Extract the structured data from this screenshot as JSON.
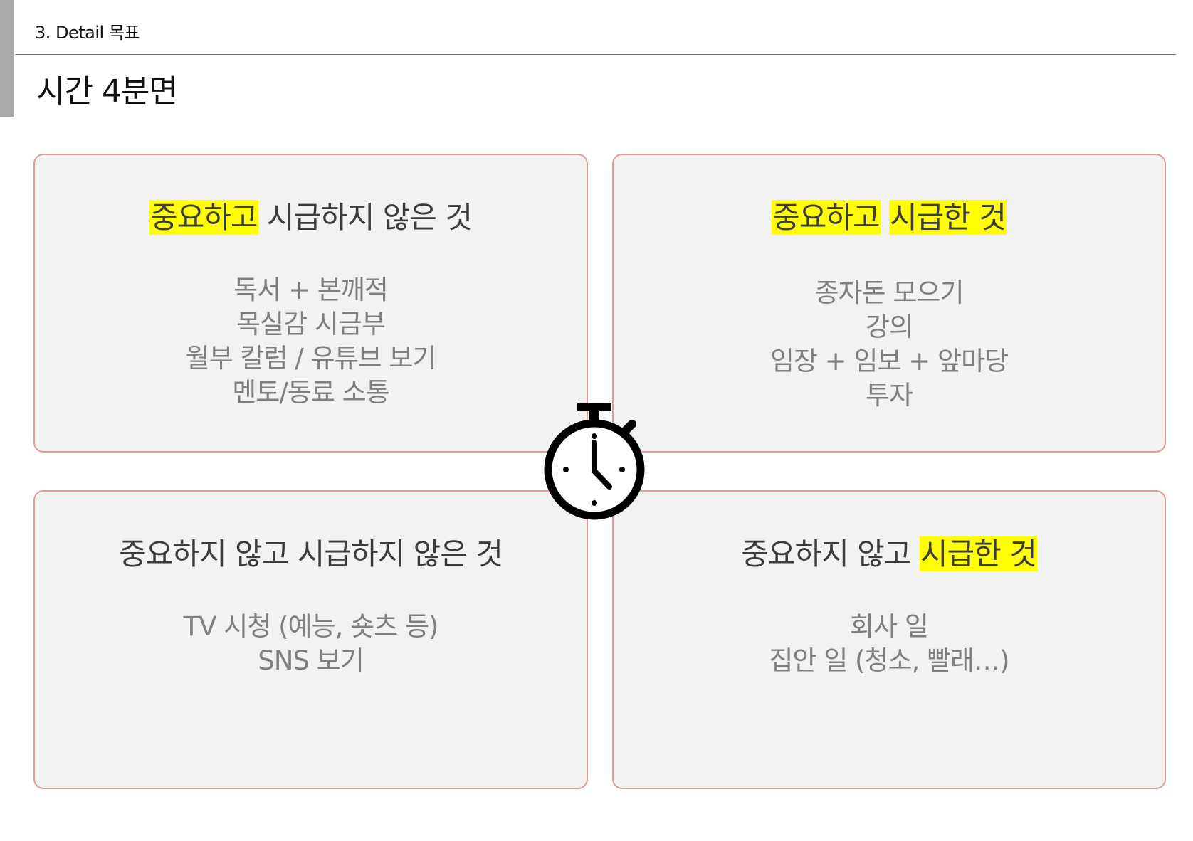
{
  "header": {
    "section_label": "3. Detail 목표",
    "title": "시간 4분면"
  },
  "quadrants": {
    "top_left": {
      "heading": {
        "highlighted": "중요하고",
        "rest": " 시급하지 않은 것"
      },
      "items": [
        "독서 + 본깨적",
        "목실감 시금부",
        "월부 칼럼 / 유튜브 보기",
        "멘토/동료 소통"
      ]
    },
    "top_right": {
      "heading": {
        "highlighted_1": "중요하고",
        "gap": " ",
        "highlighted_2": "시급한 것"
      },
      "items": [
        "종자돈 모으기",
        "강의",
        "임장 + 임보 + 앞마당",
        "투자"
      ]
    },
    "bottom_left": {
      "heading": {
        "text": "중요하지 않고 시급하지 않은 것"
      },
      "items": [
        "TV 시청 (예능, 숏츠 등)",
        "SNS 보기"
      ]
    },
    "bottom_right": {
      "heading": {
        "plain": "중요하지 않고 ",
        "highlighted": "시급한 것"
      },
      "items": [
        "회사 일",
        "집안 일 (청소, 빨래…)"
      ]
    }
  },
  "colors": {
    "highlight": "#ffff00",
    "border": "#e49a9a",
    "panel": "#f2f2f2",
    "item_text": "#7f7f7f"
  },
  "icons": {
    "center": "stopwatch-icon"
  }
}
